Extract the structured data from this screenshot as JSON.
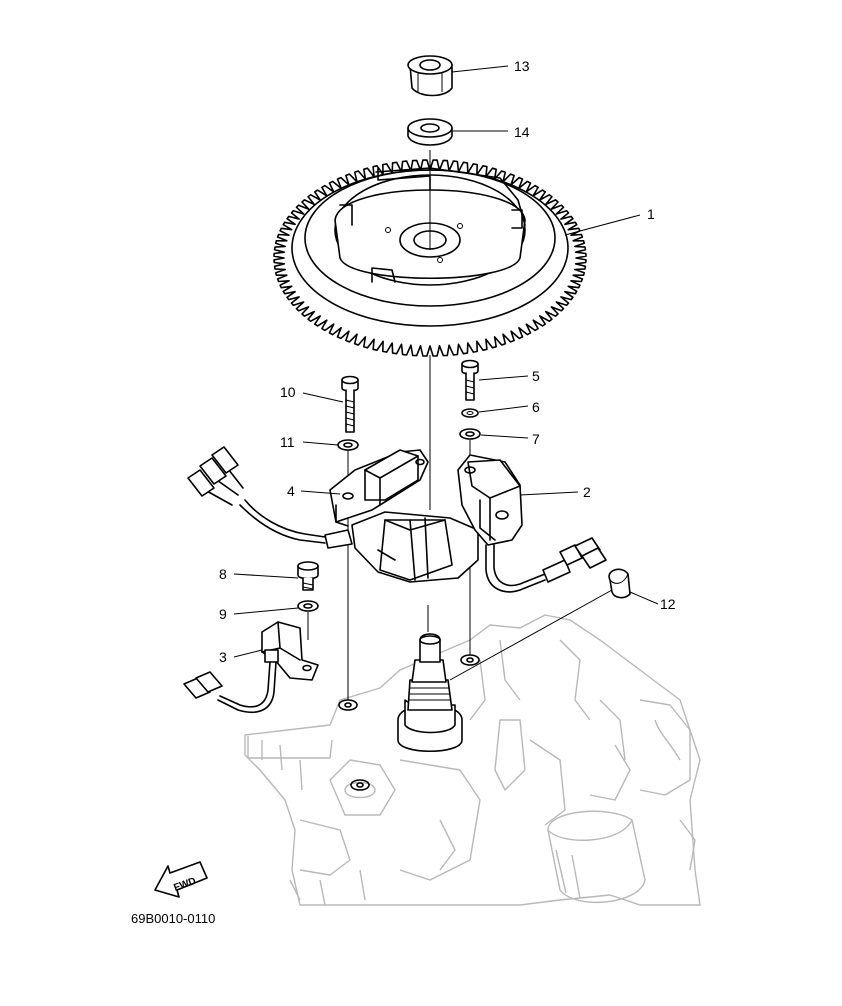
{
  "diagram_code": "69B0010-0110",
  "fwd_label": "FWD",
  "parts": [
    {
      "id": "13",
      "label": "13"
    },
    {
      "id": "14",
      "label": "14"
    },
    {
      "id": "1",
      "label": "1"
    },
    {
      "id": "5",
      "label": "5"
    },
    {
      "id": "6",
      "label": "6"
    },
    {
      "id": "7",
      "label": "7"
    },
    {
      "id": "10",
      "label": "10"
    },
    {
      "id": "11",
      "label": "11"
    },
    {
      "id": "4",
      "label": "4"
    },
    {
      "id": "2",
      "label": "2"
    },
    {
      "id": "8",
      "label": "8"
    },
    {
      "id": "9",
      "label": "9"
    },
    {
      "id": "3",
      "label": "3"
    },
    {
      "id": "12",
      "label": "12"
    }
  ]
}
